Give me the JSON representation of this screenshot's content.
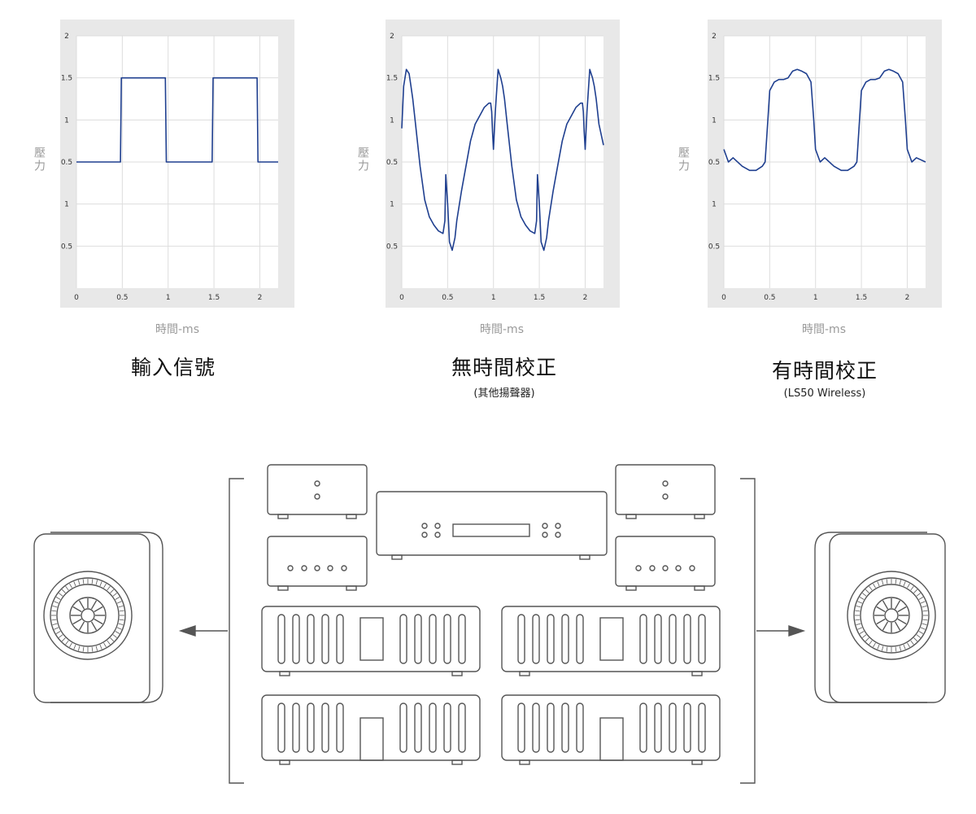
{
  "charts": [
    {
      "ylabel": "壓力",
      "xlabel": "時間-ms",
      "caption": "輸入信號",
      "subcaption": ""
    },
    {
      "ylabel": "壓力",
      "xlabel": "時間-ms",
      "caption": "無時間校正",
      "subcaption": "(其他揚聲器)"
    },
    {
      "ylabel": "壓力",
      "xlabel": "時間-ms",
      "caption": "有時間校正",
      "subcaption": "(LS50 Wireless)"
    }
  ],
  "chart_data": [
    {
      "type": "line",
      "title": "輸入信號",
      "xlabel": "時間-ms",
      "ylabel": "壓力",
      "xlim": [
        0,
        2.2
      ],
      "x_ticks": [
        "0",
        "0.5",
        "1",
        "1.5",
        "2"
      ],
      "y_ticks": [
        "0.5",
        "1",
        "0.5",
        "1",
        "1.5",
        "2"
      ],
      "series": [
        {
          "x": [
            0,
            0.48,
            0.49,
            0.97,
            0.98,
            1.48,
            1.49,
            1.97,
            1.98,
            2.2
          ],
          "y": [
            0.5,
            0.5,
            1.5,
            1.5,
            0.5,
            0.5,
            1.5,
            1.5,
            0.5,
            0.5
          ]
        }
      ],
      "grid": true,
      "color": "#1f3f8f"
    },
    {
      "type": "line",
      "title": "無時間校正",
      "xlabel": "時間-ms",
      "ylabel": "壓力",
      "xlim": [
        0,
        2.2
      ],
      "x_ticks": [
        "0",
        "0.5",
        "1",
        "1.5",
        "2"
      ],
      "y_ticks": [
        "0.5",
        "1",
        "0.5",
        "1",
        "1.5",
        "2"
      ],
      "series": [
        {
          "x": [
            0,
            0.02,
            0.05,
            0.08,
            0.1,
            0.12,
            0.15,
            0.2,
            0.25,
            0.3,
            0.35,
            0.4,
            0.45,
            0.47,
            0.48,
            0.5,
            0.52,
            0.55,
            0.58,
            0.6,
            0.65,
            0.7,
            0.75,
            0.8,
            0.85,
            0.9,
            0.95,
            0.97,
            0.98,
            0.99,
            1.0,
            1.02,
            1.05,
            1.08,
            1.1,
            1.12,
            1.15,
            1.2,
            1.25,
            1.3,
            1.35,
            1.4,
            1.45,
            1.47,
            1.48,
            1.5,
            1.52,
            1.55,
            1.58,
            1.6,
            1.65,
            1.7,
            1.75,
            1.8,
            1.85,
            1.9,
            1.95,
            1.97,
            1.98,
            1.99,
            2.0,
            2.02,
            2.05,
            2.08,
            2.1,
            2.12,
            2.15,
            2.2
          ],
          "y": [
            0.9,
            1.4,
            1.6,
            1.55,
            1.4,
            1.25,
            0.95,
            0.45,
            0.05,
            -0.15,
            -0.25,
            -0.32,
            -0.35,
            -0.2,
            0.35,
            0.0,
            -0.45,
            -0.55,
            -0.4,
            -0.2,
            0.15,
            0.45,
            0.75,
            0.95,
            1.05,
            1.15,
            1.2,
            1.2,
            1.1,
            0.85,
            0.65,
            1.1,
            1.6,
            1.5,
            1.4,
            1.25,
            0.95,
            0.45,
            0.05,
            -0.15,
            -0.25,
            -0.32,
            -0.35,
            -0.2,
            0.35,
            0.0,
            -0.45,
            -0.55,
            -0.4,
            -0.2,
            0.15,
            0.45,
            0.75,
            0.95,
            1.05,
            1.15,
            1.2,
            1.2,
            1.1,
            0.85,
            0.65,
            1.1,
            1.6,
            1.5,
            1.4,
            1.25,
            0.95,
            0.7
          ]
        }
      ],
      "grid": true,
      "color": "#1f3f8f"
    },
    {
      "type": "line",
      "title": "有時間校正",
      "xlabel": "時間-ms",
      "ylabel": "壓力",
      "xlim": [
        0,
        2.2
      ],
      "x_ticks": [
        "0",
        "0.5",
        "1",
        "1.5",
        "2"
      ],
      "y_ticks": [
        "0.5",
        "1",
        "0.5",
        "1",
        "1.5",
        "2"
      ],
      "series": [
        {
          "x": [
            0,
            0.05,
            0.1,
            0.2,
            0.28,
            0.35,
            0.42,
            0.45,
            0.48,
            0.5,
            0.55,
            0.6,
            0.65,
            0.7,
            0.75,
            0.8,
            0.85,
            0.9,
            0.95,
            0.98,
            1.0,
            1.05,
            1.1,
            1.2,
            1.28,
            1.35,
            1.42,
            1.45,
            1.48,
            1.5,
            1.55,
            1.6,
            1.65,
            1.7,
            1.75,
            1.8,
            1.85,
            1.9,
            1.95,
            1.98,
            2.0,
            2.05,
            2.1,
            2.2
          ],
          "y": [
            0.65,
            0.5,
            0.55,
            0.45,
            0.4,
            0.4,
            0.45,
            0.5,
            1.0,
            1.35,
            1.45,
            1.48,
            1.48,
            1.5,
            1.58,
            1.6,
            1.58,
            1.55,
            1.45,
            1.0,
            0.65,
            0.5,
            0.55,
            0.45,
            0.4,
            0.4,
            0.45,
            0.5,
            1.0,
            1.35,
            1.45,
            1.48,
            1.48,
            1.5,
            1.58,
            1.6,
            1.58,
            1.55,
            1.45,
            1.0,
            0.65,
            0.5,
            0.55,
            0.5
          ]
        }
      ],
      "grid": true,
      "color": "#1f3f8f"
    }
  ]
}
